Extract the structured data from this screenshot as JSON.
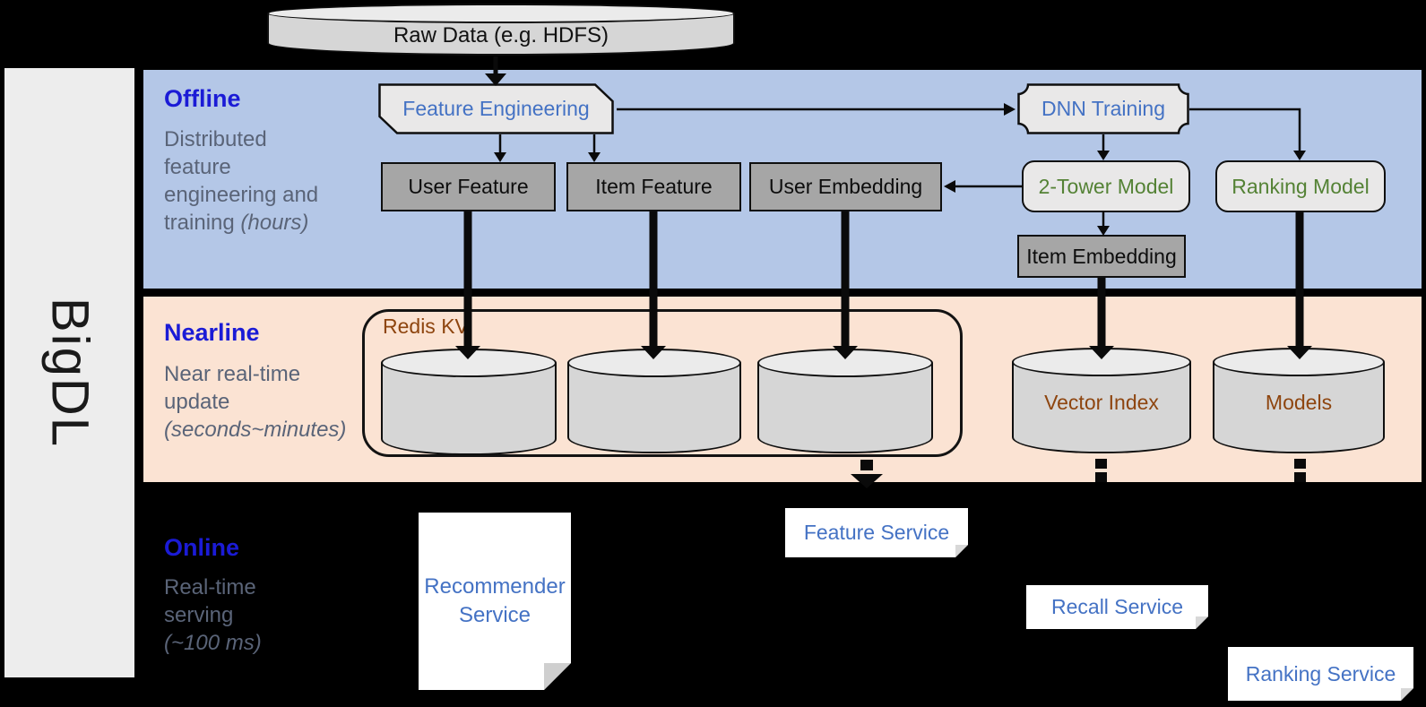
{
  "brand": {
    "label": "BigDL"
  },
  "raw_data": {
    "label": "Raw Data (e.g. HDFS)"
  },
  "sections": {
    "offline": {
      "title": "Offline",
      "subtitle": "Distributed\nfeature\nengineering and\ntraining ",
      "subtitle_italic": "(hours)"
    },
    "nearline": {
      "title": "Nearline",
      "subtitle": "Near real-time\nupdate\n",
      "subtitle_italic": "(seconds~minutes)"
    },
    "online": {
      "title": "Online",
      "subtitle": "Real-time\nserving\n",
      "subtitle_italic": "(~100 ms)"
    }
  },
  "nodes": {
    "feature_engineering": "Feature Engineering",
    "dnn_training": "DNN Training",
    "user_feature": "User Feature",
    "item_feature": "Item Feature",
    "user_embedding": "User Embedding",
    "two_tower_model": "2-Tower Model",
    "ranking_model": "Ranking Model",
    "item_embedding": "Item Embedding",
    "redis_kv": "Redis KV",
    "vector_index": "Vector Index",
    "models": "Models",
    "recommender_service": "Recommender Service",
    "feature_service": "Feature Service",
    "recall_service": "Recall Service",
    "ranking_service": "Ranking Service"
  },
  "colors": {
    "background": "#000000",
    "offline_band": "#b4c7e7",
    "nearline_band": "#fbe3d3",
    "section_title_blue": "#1b1bd6",
    "section_subtitle_gray": "#5a6478",
    "node_text_blue": "#4472c4",
    "node_text_green": "#548235",
    "node_text_brown": "#8e450f",
    "gray_node_fill": "#a6a6a6",
    "light_shape_fill": "#e9e8e8",
    "cylinder_fill": "#d6d6d6",
    "sidebar_fill": "#ededed"
  }
}
